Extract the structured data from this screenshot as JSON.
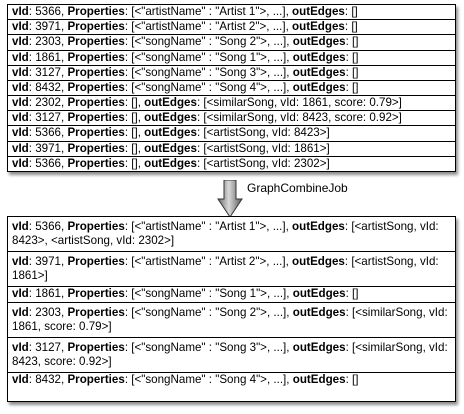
{
  "labels": {
    "vid": "vId",
    "properties": "Properties",
    "outEdges": "outEdges"
  },
  "arrow": {
    "label": "GraphCombineJob"
  },
  "top_rows": [
    {
      "vid": ": 5366, ",
      "props": ": [<\"artistName\" : \"Artist 1\">, ...], ",
      "edges": ": []"
    },
    {
      "vid": ": 3971, ",
      "props": ": [<\"artistName\" : \"Artist 2\">, ...], ",
      "edges": ": []"
    },
    {
      "vid": ": 2303, ",
      "props": ": [<\"songName\" : \"Song 2\">, ...], ",
      "edges": ": []"
    },
    {
      "vid": ": 1861, ",
      "props": ": [<\"songName\" : \"Song 1\">, ...], ",
      "edges": ": []"
    },
    {
      "vid": ": 3127, ",
      "props": ": [<\"songName\" : \"Song 3\">, ...], ",
      "edges": ": []"
    },
    {
      "vid": ": 8432, ",
      "props": ": [<\"songName\" : \"Song 4\">, ...], ",
      "edges": ": []"
    },
    {
      "vid": ": 2302, ",
      "props": ": [], ",
      "edges": ": [<similarSong, vId: 1861, score: 0.79>]"
    },
    {
      "vid": ": 3127, ",
      "props": ": [], ",
      "edges": ": [<similarSong, vId: 8423, score: 0.92>]"
    },
    {
      "vid": ": 5366, ",
      "props": ": [], ",
      "edges": ": [<artistSong, vId: 8423>]"
    },
    {
      "vid": ": 3971, ",
      "props": ": [], ",
      "edges": ": [<artistSong, vId: 1861>]"
    },
    {
      "vid": ": 5366, ",
      "props": ": [], ",
      "edges": ": [<artistSong, vId: 2302>]"
    }
  ],
  "bottom_rows": [
    {
      "vid": ": 5366, ",
      "props": ": [<\"artistName\" : \"Artist 1\">, ...], ",
      "edges": ": [<artistSong, vId: 8423>, <artistSong, vId: 2302>]"
    },
    {
      "vid": ": 3971, ",
      "props": ": [<\"artistName\" : \"Artist 2\">, ...], ",
      "edges": ": [<artistSong, vId: 1861>]"
    },
    {
      "vid": ": 1861, ",
      "props": ": [<\"songName\" : \"Song 1\">, ...], ",
      "edges": ": []"
    },
    {
      "vid": ": 2303, ",
      "props": ": [<\"songName\" : \"Song 2\">, ...], ",
      "edges": ": [<similarSong, vId: 1861, score: 0.79>]"
    },
    {
      "vid": ": 3127, ",
      "props": ": [<\"songName\" : \"Song 3\">, ...], ",
      "edges": ": [<similarSong, vId: 8423, score: 0.92>]"
    },
    {
      "vid": ": 8432, ",
      "props": ": [<\"songName\" : \"Song 4\">, ...], ",
      "edges": ": []"
    }
  ]
}
